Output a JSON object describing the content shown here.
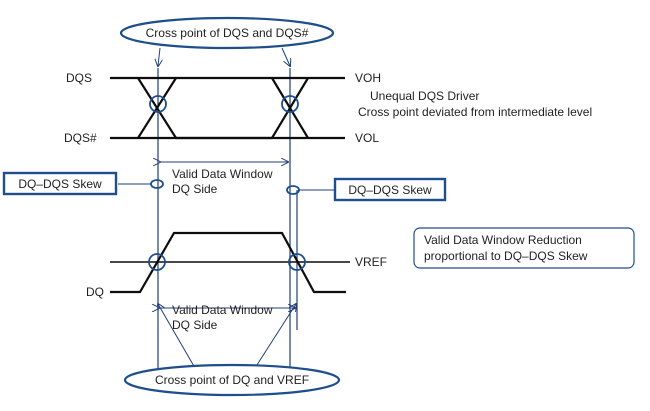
{
  "callouts": {
    "top_cross": "Cross point of DQS and DQS#",
    "bottom_cross": "Cross point of DQ and VREF",
    "skew_left": "DQ–DQS Skew",
    "skew_right": "DQ–DQS Skew",
    "reduction_line1": "Valid Data Window Reduction",
    "reduction_line2": "proportional to DQ–DQS Skew"
  },
  "signals": {
    "dqs": "DQS",
    "dqs_n": "DQS#",
    "dq": "DQ"
  },
  "levels": {
    "voh": "VOH",
    "vol": "VOL",
    "vref": "VREF"
  },
  "notes": {
    "driver_line1": "Unequal DQS Driver",
    "driver_line2": "Cross point deviated from intermediate level"
  },
  "windows": {
    "upper_line1": "Valid Data Window",
    "upper_line2": "DQ Side",
    "lower_line1": "Valid Data Window",
    "lower_line2": "DQ Side"
  },
  "colors": {
    "signal": "#0d0d0d",
    "accent": "#1f4e8c"
  }
}
